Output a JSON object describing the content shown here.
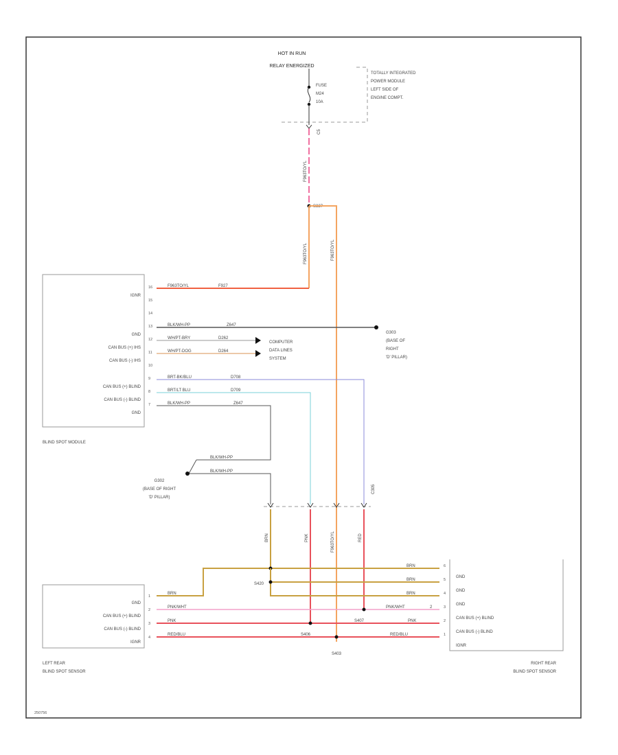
{
  "colors": {
    "orange": "#f4a460",
    "red_orange": "#f06040",
    "red": "#e8505a",
    "pink": "#f070a0",
    "light_pink": "#f4a0c8",
    "black": "#111111",
    "gray": "#9a9a9a",
    "blue": "#8a8ad8",
    "cyan": "#7ad0d8",
    "tan": "#c8a040",
    "orange_brown": "#d89050"
  },
  "power": {
    "top_label_1": "HOT IN RUN",
    "top_label_2": "RELAY ENERGIZED",
    "fuse_label_1": "FUSE",
    "fuse_label_2": "M24",
    "fuse_label_3": "10A",
    "fuse_conn": "C5"
  },
  "tipm": {
    "line1": "TOTALLY INTEGRATED",
    "line2": "POWER MODULE",
    "line3": "LEFT SIDE OF",
    "line4": "ENGINE COMPT."
  },
  "wires": {
    "feed_vertical": "F963TO/YL",
    "splice_top": "S327",
    "feed_left": "F963TO/YL",
    "feed_right": "F963TO/YL",
    "module_ignr_color": "F963TO/YL",
    "module_ignr_code": "F927",
    "module_gnd_color": "BLK/WH-PP",
    "module_gnd_code": "Z647",
    "canh_ihs_color": "WH/PT-BRY",
    "canh_ihs_code": "D262",
    "canl_ihs_color": "WH/PT-DOG",
    "canl_ihs_code": "D264",
    "canh_blind_color": "BRT-BK/BLU",
    "canh_blind_code": "D708",
    "canl_blind_color": "BRT/LT BLU",
    "canl_blind_code": "D709",
    "gnd2_color": "BLK/WH-PP",
    "gnd2_code": "Z647",
    "g303_wire1": "BLK/WH-PP",
    "g303_wire2": "BLK/WH-PP",
    "vert_brn": "BRN",
    "vert_pnk": "PNK",
    "vert_feed": "F963TO/YL",
    "vert_red": "RED",
    "conn_label": "C305",
    "splice_s420": "S420",
    "left_gnd": "BRN",
    "left_canh": "PNK/WHT",
    "left_canl": "PNK",
    "left_ignr": "RED/BLU",
    "right_gnd1": "BRN",
    "right_gnd2": "BRN",
    "right_gnd3": "BRN",
    "right_canh": "PNK/WHT",
    "right_canh_num": "2",
    "right_canl": "PNK",
    "right_ignr": "RED/BLU",
    "mid_canl_splice": "S407",
    "mid_ignr_splice": "S406",
    "bottom_splice": "S403"
  },
  "module": {
    "name": "BLIND SPOT MODULE",
    "pins": [
      "IGNR",
      "",
      "",
      "GND",
      "CAN BUS (+) IHS",
      "CAN BUS (-) IHS",
      "",
      "CAN BUS (+) BLIND",
      "CAN BUS (-) BLIND",
      "GND"
    ],
    "pin_nums": [
      "16",
      "15",
      "14",
      "13",
      "12",
      "11",
      "10",
      "9",
      "8",
      "7"
    ]
  },
  "cds": {
    "line1": "COMPUTER",
    "line2": "DATA LINES",
    "line3": "SYSTEM"
  },
  "ground_right": {
    "name": "G303",
    "line1": "(BASE OF",
    "line2": "RIGHT",
    "line3": "'D' PILLAR)"
  },
  "ground_left": {
    "name": "G302",
    "line1": "(BASE OF RIGHT",
    "line2": "'D' PILLAR)"
  },
  "left_sensor": {
    "name_1": "LEFT REAR",
    "name_2": "BLIND SPOT SENSOR",
    "pins": [
      "GND",
      "CAN BUS (+) BLIND",
      "CAN BUS (-) BLIND",
      "IGNR"
    ],
    "pin_nums": [
      "1",
      "2",
      "3",
      "4"
    ]
  },
  "right_sensor": {
    "name_1": "RIGHT REAR",
    "name_2": "BLIND SPOT SENSOR",
    "pins": [
      "GND",
      "GND",
      "GND",
      "CAN BUS (+) BLIND",
      "CAN BUS (-) BLIND",
      "IGNR"
    ],
    "pin_nums": [
      "6",
      "5",
      "4",
      "3",
      "2",
      "1"
    ]
  },
  "footer_code": "250756"
}
